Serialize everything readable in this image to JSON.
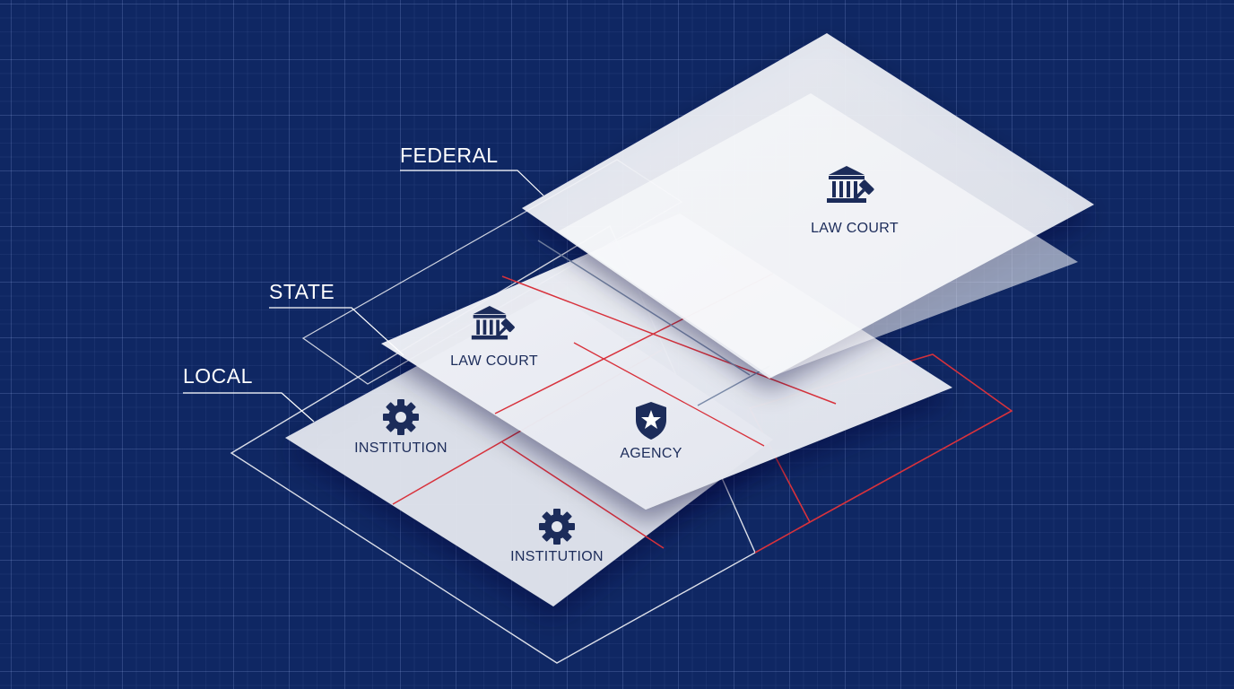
{
  "tiers": {
    "federal": {
      "label": "FEDERAL"
    },
    "state": {
      "label": "STATE"
    },
    "local": {
      "label": "LOCAL"
    }
  },
  "nodes": {
    "federal_court": {
      "label": "LAW COURT",
      "icon": "courthouse-gavel-icon"
    },
    "state_court": {
      "label": "LAW COURT",
      "icon": "courthouse-gavel-icon"
    },
    "state_agency": {
      "label": "AGENCY",
      "icon": "shield-star-icon"
    },
    "local_institution_1": {
      "label": "INSTITUTION",
      "icon": "gear-icon"
    },
    "local_institution_2": {
      "label": "INSTITUTION",
      "icon": "gear-icon"
    }
  },
  "colors": {
    "background": "#0f2763",
    "icon": "#1c2c5a",
    "connector_red": "#d8323c",
    "connector_gray": "#7a8aa8",
    "outline_white": "#ffffff"
  }
}
